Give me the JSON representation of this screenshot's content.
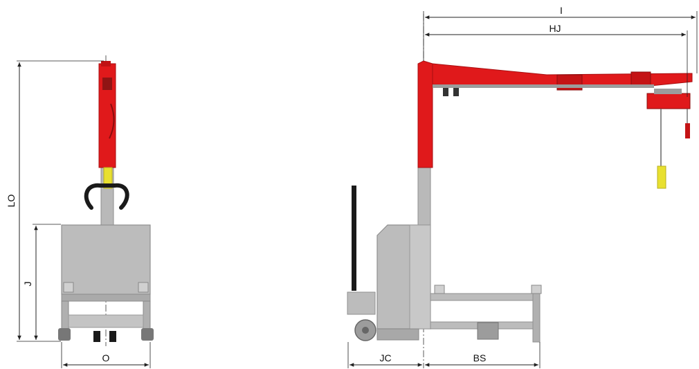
{
  "labels": {
    "I": "I",
    "HJ": "HJ",
    "LO": "LO",
    "J": "J",
    "O": "O",
    "JC": "JC",
    "BS": "BS"
  },
  "colors": {
    "red": "#e0191b",
    "grey": "#b9b9b9",
    "dark_grey": "#8f8f8f",
    "yellow": "#e8e030",
    "black": "#1a1a1a",
    "line": "#222222"
  }
}
